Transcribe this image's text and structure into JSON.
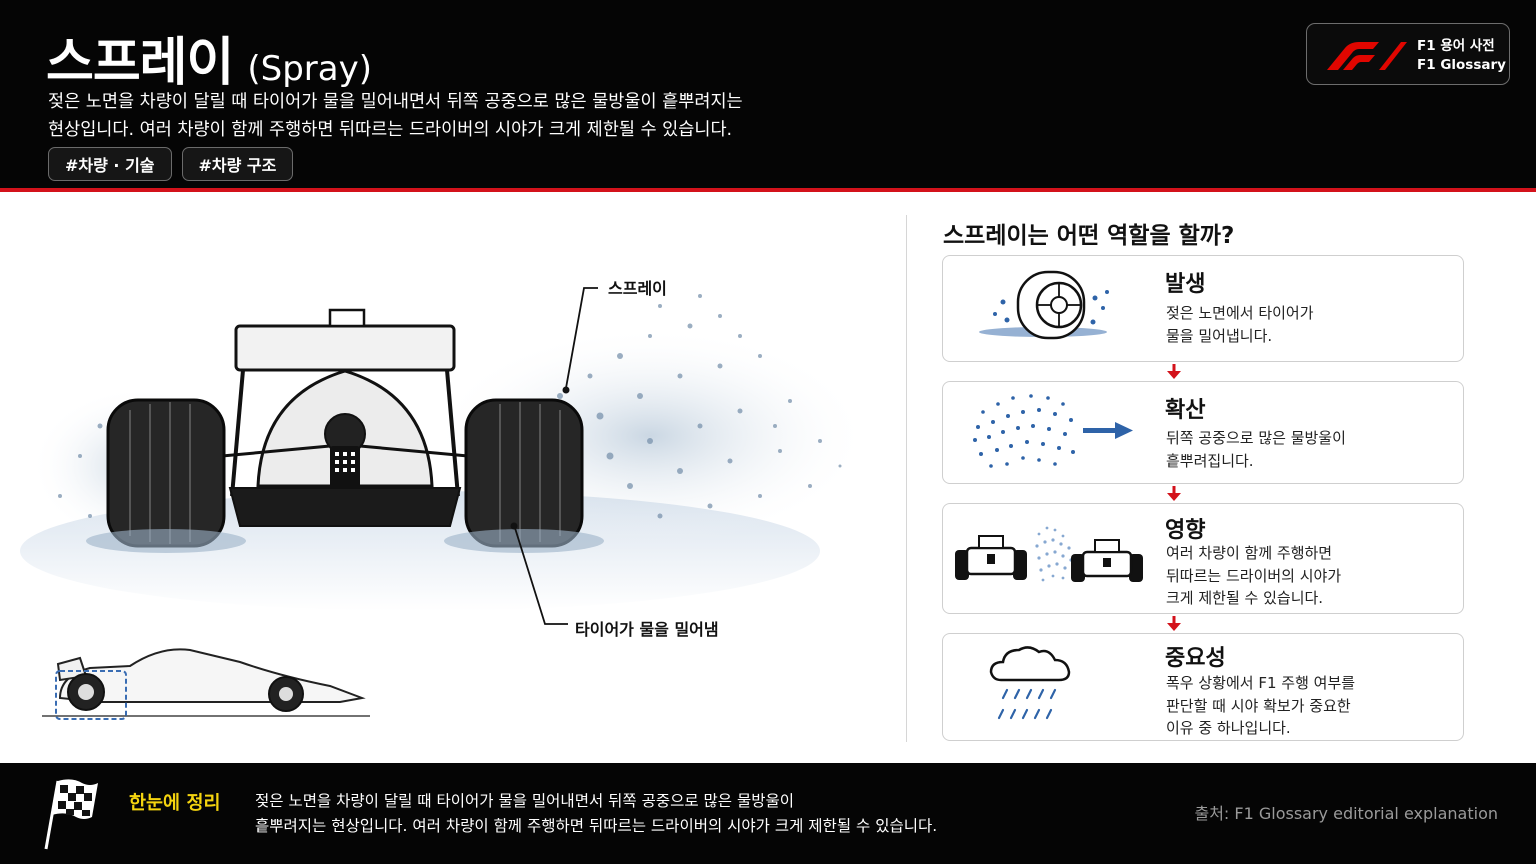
{
  "header": {
    "title_ko": "스프레이",
    "title_en": "(Spray)",
    "description_line1": "젖은 노면을 차량이 달릴 때 타이어가 물을 밀어내면서 뒤쪽 공중으로 많은 물방울이 흩뿌려지는",
    "description_line2": "현상입니다. 여러 차량이 함께 주행하면 뒤따르는 드라이버의 시야가 크게 제한될 수 있습니다.",
    "tags": [
      "#차량 · 기술",
      "#차량 구조"
    ],
    "brand": {
      "line1": "F1 용어 사전",
      "line2": "F1 Glossary",
      "logo": "f1-logo",
      "accent": "#e10600"
    }
  },
  "illustration": {
    "callout_spray": "스프레이",
    "callout_tire": "타이어가 물을 밀어냄"
  },
  "panel": {
    "title": "스프레이는 어떤 역할을 할까?",
    "cards": [
      {
        "title": "발생",
        "lines": [
          "젖은 노면에서 타이어가",
          "물을 밀어냅니다."
        ],
        "icon": "tire-splash-icon"
      },
      {
        "title": "확산",
        "lines": [
          "뒤쪽 공중으로 많은 물방울이",
          "흩뿌려집니다."
        ],
        "icon": "droplets-arrow-icon"
      },
      {
        "title": "영향",
        "lines": [
          "여러 차량이 함께 주행하면",
          "뒤따르는 드라이버의 시야가",
          "크게 제한될 수 있습니다."
        ],
        "icon": "cars-spray-icon"
      },
      {
        "title": "중요성",
        "lines": [
          "폭우 상황에서 F1 주행 여부를",
          "판단할 때 시야 확보가 중요한",
          "이유 중 하나입니다."
        ],
        "icon": "rain-cloud-icon"
      }
    ],
    "arrow_color": "#d3121b"
  },
  "footer": {
    "summary_label": "한눈에 정리",
    "summary_line1": "젖은 노면을 차량이 달릴 때 타이어가 물을 밀어내면서 뒤쪽 공중으로 많은 물방울이",
    "summary_line2": "흩뿌려지는 현상입니다. 여러 차량이 함께 주행하면 뒤따르는 드라이버의 시야가 크게 제한될 수 있습니다.",
    "source": "출처:  F1 Glossary editorial explanation",
    "label_color": "#f5d40f"
  }
}
